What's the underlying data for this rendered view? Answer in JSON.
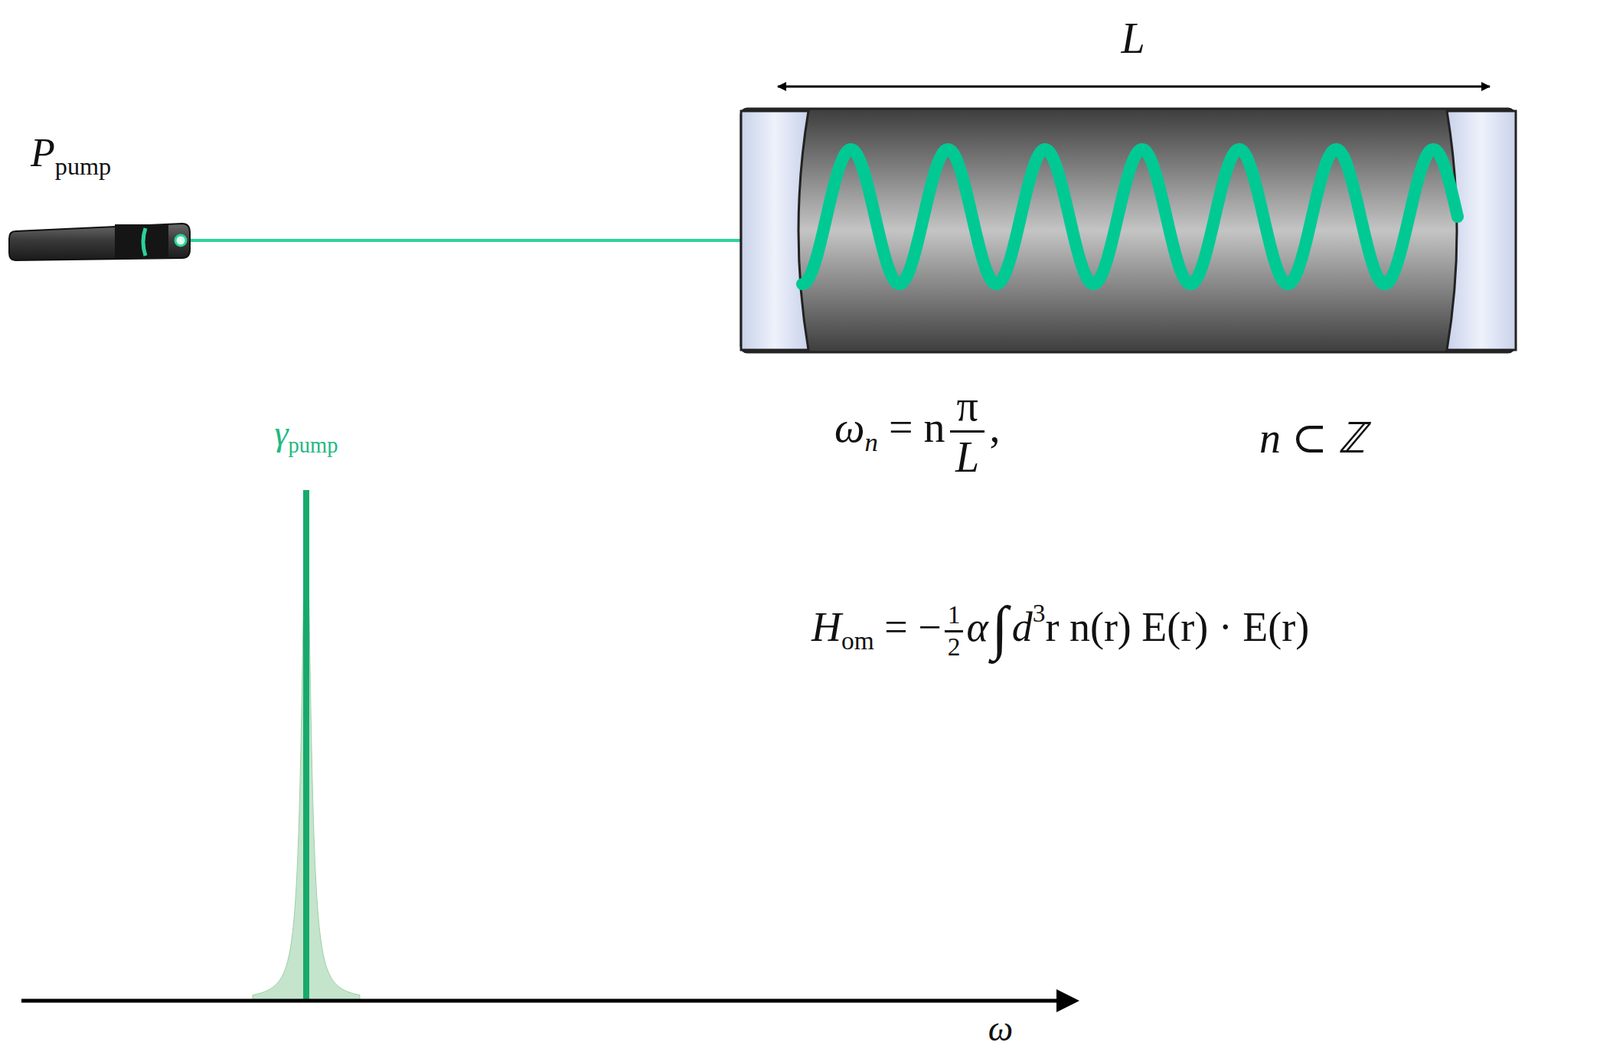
{
  "diagram": {
    "labels": [
      "L",
      "P",
      "pump",
      "γ",
      "pump",
      "ω",
      "ω",
      "n",
      "= n",
      "π",
      "L",
      ",",
      "n ⊂ ℤ",
      "H",
      "om",
      "= −",
      "1",
      "2",
      "α",
      "∫",
      "d",
      "3",
      "r n(r) E(r) · E(r)"
    ]
  }
}
